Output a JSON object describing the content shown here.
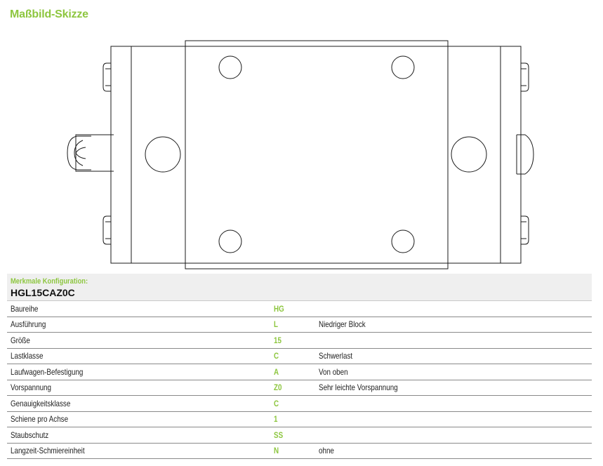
{
  "title": "Maßbild-Skizze",
  "configuration": {
    "label": "Merkmale Konfiguration:",
    "code": "HGL15CAZ0C"
  },
  "attributes": [
    {
      "name": "Baureihe",
      "code": "HG",
      "description": ""
    },
    {
      "name": "Ausführung",
      "code": "L",
      "description": "Niedriger Block"
    },
    {
      "name": "Größe",
      "code": "15",
      "description": ""
    },
    {
      "name": "Lastklasse",
      "code": "C",
      "description": "Schwerlast"
    },
    {
      "name": "Laufwagen-Befestigung",
      "code": "A",
      "description": "Von oben"
    },
    {
      "name": "Vorspannung",
      "code": "Z0",
      "description": "Sehr leichte Vorspannung"
    },
    {
      "name": "Genauigkeitsklasse",
      "code": "C",
      "description": ""
    },
    {
      "name": "Schiene pro Achse",
      "code": "1",
      "description": ""
    },
    {
      "name": "Staubschutz",
      "code": "SS",
      "description": ""
    },
    {
      "name": "Langzeit-Schmiereinheit",
      "code": "N",
      "description": "ohne"
    }
  ],
  "colors": {
    "accent": "#8dc63f",
    "line": "#1a1a1a",
    "header_bg": "#efefef"
  }
}
